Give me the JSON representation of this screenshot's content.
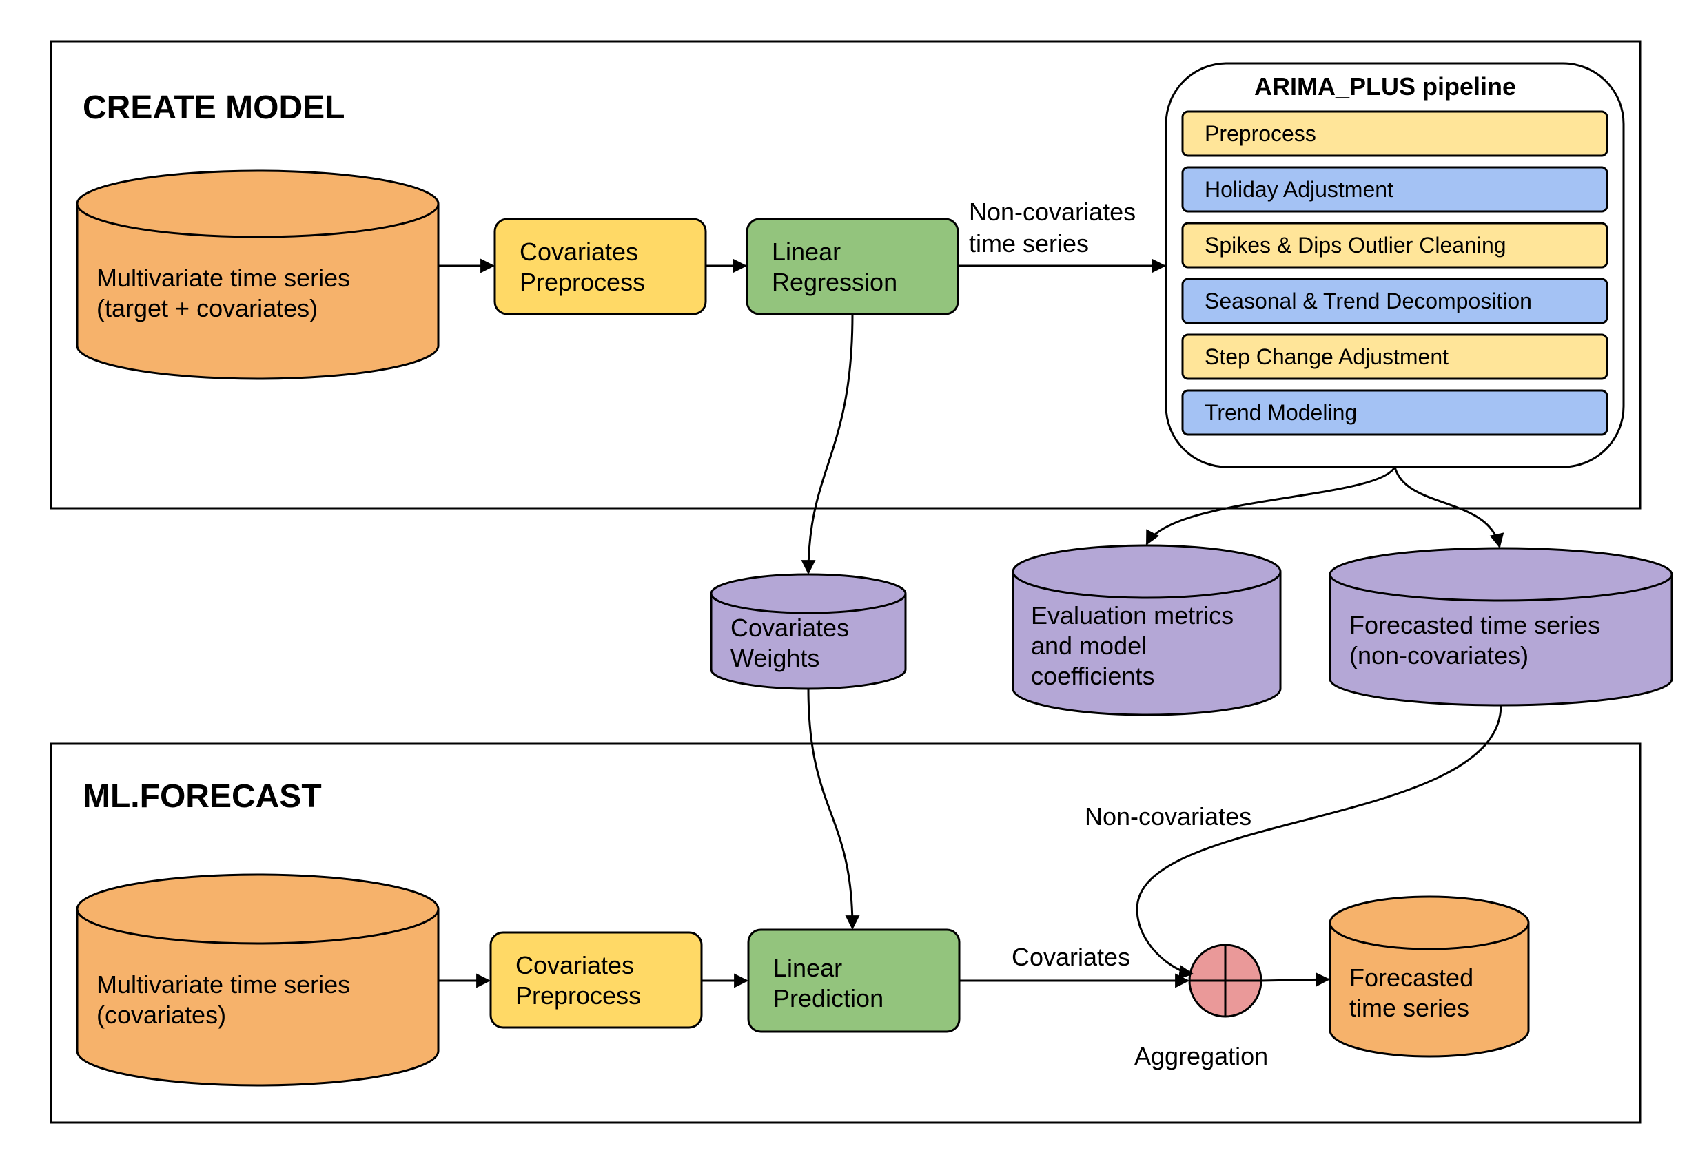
{
  "colors": {
    "orange": "#f6b26b",
    "yellow": "#ffd966",
    "green": "#93c47d",
    "purple": "#b4a7d6",
    "blue": "#a4c2f4",
    "light_yellow": "#ffe599",
    "aggregation_red": "#ea9999",
    "stroke": "#000000",
    "background": "#ffffff"
  },
  "create_model": {
    "title": "CREATE MODEL",
    "input_db": {
      "line1": "Multivariate time series",
      "line2": "(target + covariates)"
    },
    "covariates_preprocess": {
      "line1": "Covariates",
      "line2": "Preprocess"
    },
    "linear_regression": {
      "line1": "Linear",
      "line2": "Regression"
    },
    "edge_label": {
      "line1": "Non-covariates",
      "line2": "time series"
    },
    "pipeline": {
      "title": "ARIMA_PLUS pipeline",
      "stages": [
        {
          "label": "Preprocess",
          "color": "light_yellow"
        },
        {
          "label": "Holiday Adjustment",
          "color": "blue"
        },
        {
          "label": "Spikes & Dips Outlier Cleaning",
          "color": "light_yellow"
        },
        {
          "label": "Seasonal & Trend Decomposition",
          "color": "blue"
        },
        {
          "label": "Step Change Adjustment",
          "color": "light_yellow"
        },
        {
          "label": "Trend Modeling",
          "color": "blue"
        }
      ]
    }
  },
  "outputs": {
    "covariates_weights": {
      "line1": "Covariates",
      "line2": "Weights"
    },
    "evaluation": {
      "line1": "Evaluation metrics",
      "line2": "and model",
      "line3": "coefficients"
    },
    "forecasted_noncov": {
      "line1": "Forecasted time series",
      "line2": "(non-covariates)"
    }
  },
  "ml_forecast": {
    "title": "ML.FORECAST",
    "input_db": {
      "line1": "Multivariate time series",
      "line2": "(covariates)"
    },
    "covariates_preprocess": {
      "line1": "Covariates",
      "line2": "Preprocess"
    },
    "linear_prediction": {
      "line1": "Linear",
      "line2": "Prediction"
    },
    "edge_covariates": "Covariates",
    "edge_noncovariates": "Non-covariates",
    "aggregation_label": "Aggregation",
    "final_db": {
      "line1": "Forecasted",
      "line2": "time series"
    }
  }
}
